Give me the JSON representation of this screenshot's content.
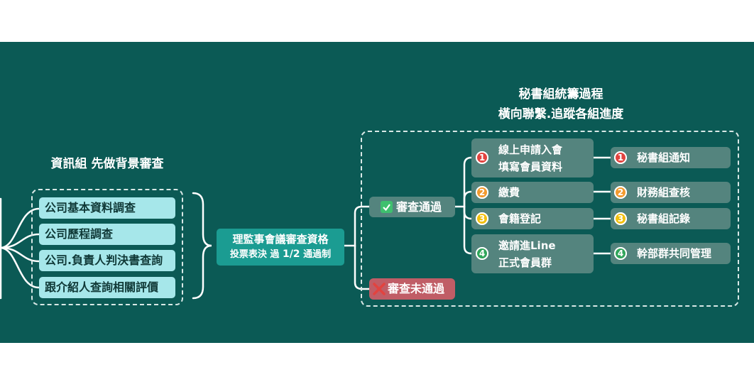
{
  "left_title": "資訊組 先做背景審查",
  "checks": [
    "公司基本資料調查",
    "公司歷程調查",
    "公司.負責人判決書查詢",
    "跟介紹人查詢相關評價"
  ],
  "middle": {
    "line1": "理監事會議審查資格",
    "line2_prefix": "投票表決  過 ",
    "line2_fraction": "1/2",
    "line2_suffix": " 通過制"
  },
  "right_title": {
    "line1": "秘書組統籌過程",
    "line2": "橫向聯繫.追蹤各組進度"
  },
  "pass_label": "審查通過",
  "fail_label": "審查未通過",
  "steps": [
    {
      "number": "1",
      "line1": "線上申請入會",
      "line2": "填寫會員資料",
      "result_number": "1",
      "result": "秘書組通知",
      "color": "#e2433f"
    },
    {
      "number": "2",
      "line1": "繳費",
      "result_number": "2",
      "result": "財務組查核",
      "color": "#f29a2e"
    },
    {
      "number": "3",
      "line1": "會籍登記",
      "result_number": "3",
      "result": "秘書組記錄",
      "color": "#f2c00e"
    },
    {
      "number": "4",
      "line1": "邀請進Line",
      "line2": "正式會員群",
      "result_number": "4",
      "result": "幹部群共同管理",
      "color": "#2fa55a"
    }
  ],
  "colors": {
    "background": "#0b5a55",
    "check_box": "#a6e7ea",
    "vote_box": "#1b9c92",
    "step_box": "#54847e",
    "fail_box": "#c05d66"
  }
}
